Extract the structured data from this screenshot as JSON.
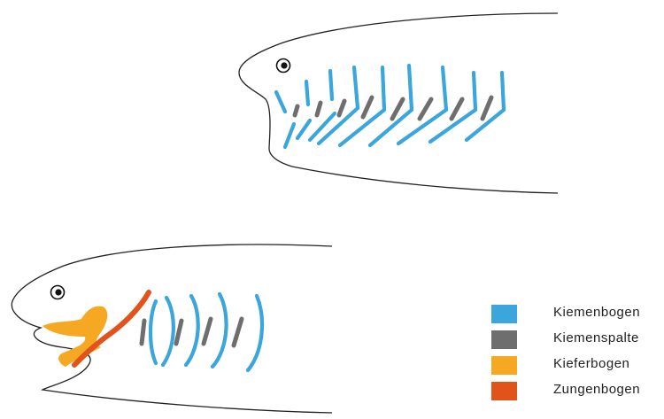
{
  "colors": {
    "gill_arch": "#3aa6db",
    "gill_slit": "#6e6e6e",
    "jaw_arch": "#f7a823",
    "hyoid_arch": "#e2531c",
    "outline": "#222222"
  },
  "legend": [
    {
      "key": "gill_arch",
      "label": "Kiemenbogen"
    },
    {
      "key": "gill_slit",
      "label": "Kiemenspalte"
    },
    {
      "key": "jaw_arch",
      "label": "Kieferbogen"
    },
    {
      "key": "hyoid_arch",
      "label": "Zungenbogen"
    }
  ]
}
